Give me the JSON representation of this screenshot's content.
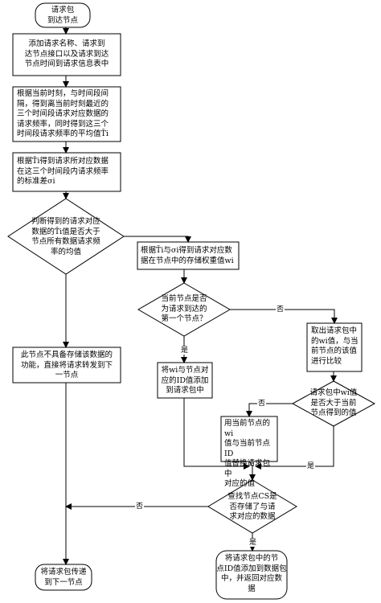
{
  "nodes": {
    "start": "请求包\n到达节点",
    "add_info": "添加请求名称、请求到\n达节点接口以及请求到达\n节点时间到请求信息表中",
    "compute_avg": "根据当前时刻，与时间段间\n隔，得到离当前时刻最近的\n三个时间段请求对应数据的\n请求频率，同时得到这三个\n时间段请求频率的平均值T̄i",
    "compute_std": "根据T̄i得到请求所对应数据\n在这三个时间段内请求频率\n的标准差σi",
    "decide_avg": "判断得到的请求对应\n数据的T̄i值是否大于\n节点所有数据请求频\n率的均值",
    "compute_weight": "根据T̄i与σi得到请求对应数\n据在节点中的存储权重值wi",
    "decide_first": "当前节点是否\n为请求到达的\n第一个节点？",
    "fetch_compare": "取出请求包中\n的wi值，与当\n前节点的该值\n进行比较",
    "add_to_packet": "将wi与节点对\n应的ID值添加\n到请求包中",
    "forward_no_store": "此节点不具备存储该数据的\n功能，直接将请求转发到下\n一节点",
    "decide_greater": "请求包中wi值\n是否大于当前\n节点得到的值",
    "replace_value": "用当前节点的wi\n值与当前节点ID\n值替换请求包中\n对应的值",
    "decide_cs": "查找节点CS是\n否存储了与请\n求对应的数据",
    "forward_next": "将请求包传递\n到下一节点",
    "return_data": "将请求包中的节\n点ID值添加到数据包\n中，并返回对应数\n据"
  },
  "edge_labels": {
    "first_no": "否",
    "first_yes": "是",
    "greater_no": "否",
    "greater_yes": "是",
    "cs_no": "否",
    "cs_yes": "是"
  }
}
